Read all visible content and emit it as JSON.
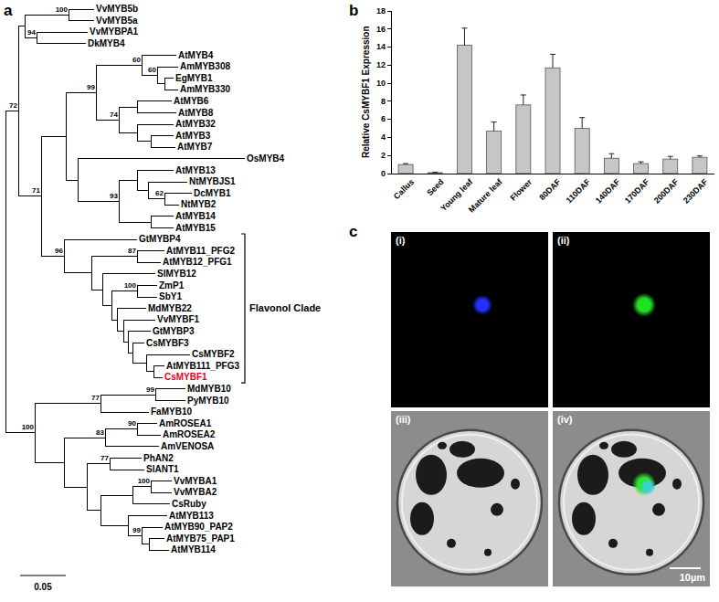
{
  "diagram": {
    "nodes": [
      {
        "text": [
          "(i)"
        ]
      },
      {
        "text": [
          "(ii)"
        ]
      },
      {
        "text": [
          "(iii)"
        ]
      },
      {
        "text": [
          "(iv)",
          "10µm"
        ]
      }
    ],
    "labels": [
      "a",
      "VvMYB5b",
      "VvMYB5a",
      "VvMYBPA1",
      "DkMYB4",
      "AtMYB4",
      "AmMYB308",
      "EgMYB1",
      "AmMYB330",
      "AtMYB6",
      "AtMYB8",
      "AtMYB32",
      "AtMYB3",
      "AtMYB7",
      "OsMYB4",
      "AtMYB13",
      "NtMYBJS1",
      "DcMYB1",
      "NtMYB2",
      "AtMYB14",
      "AtMYB15",
      "GtMYBP4",
      "AtMYB11_PFG2",
      "AtMYB12_PFG1",
      "SlMYB12",
      "ZmP1",
      "SbY1",
      "MdMYB22",
      "VvMYBF1",
      "GtMYBP3",
      "CsMYBF3",
      "CsMYBF2",
      "AtMYB111_PFG3",
      "CsMYBF1",
      "MdMYB10",
      "PyMYB10",
      "FaMYB10",
      "AmROSEA1",
      "AmROSEA2",
      "AmVENOSA",
      "PhAN2",
      "SlANT1",
      "VvMYBA1",
      "VvMYBA2",
      "CsRuby",
      "AtMYB113",
      "AtMYB90_PAP2",
      "AtMYB75_PAP1",
      "AtMYB114",
      "100",
      "94",
      "60",
      "60",
      "99",
      "74",
      "72",
      "93",
      "62",
      "71",
      "87",
      "96",
      "100",
      "99",
      "77",
      "100",
      "90",
      "83",
      "77",
      "100",
      "99",
      "Flavonol Clade",
      "0.05",
      "b",
      "Relative CsMYBF1 Expression",
      "0",
      "2",
      "4",
      "6",
      "8",
      "10",
      "12",
      "14",
      "16",
      "18",
      "Callus",
      "Seed",
      "Young leaf",
      "Mature leaf",
      "Flower",
      "80DAF",
      "110DAF",
      "140DAF",
      "170DAF",
      "200DAF",
      "230DAF",
      "c"
    ]
  }
}
